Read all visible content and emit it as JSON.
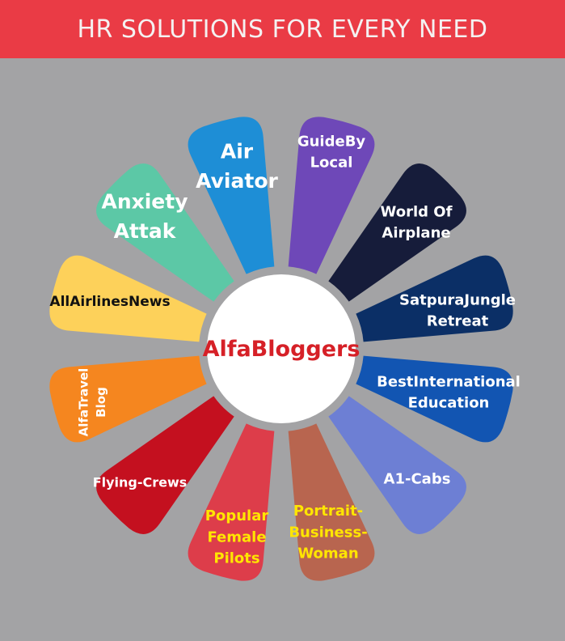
{
  "banner": {
    "title": "HR SOLUTIONS FOR EVERY NEED",
    "color": "#ea3b45"
  },
  "background_color": "#a3a3a5",
  "center": {
    "label": "AlfaBloggers",
    "color": "#d62027"
  },
  "segments": [
    {
      "name": "air-aviator",
      "lines": [
        "Air",
        "Aviator"
      ],
      "color": "#1e8ed6",
      "text_color": "#ffffff"
    },
    {
      "name": "guideby-local",
      "lines": [
        "GuideBy",
        "Local"
      ],
      "color": "#6e48b8",
      "text_color": "#ffffff"
    },
    {
      "name": "world-of-airplane",
      "lines": [
        "World Of",
        "Airplane"
      ],
      "color": "#161c3a",
      "text_color": "#ffffff"
    },
    {
      "name": "satpurajungle-retreat",
      "lines": [
        "SatpuraJungle",
        "Retreat"
      ],
      "color": "#0b2f66",
      "text_color": "#ffffff"
    },
    {
      "name": "bestinternational-education",
      "lines": [
        "BestInternational",
        "Education"
      ],
      "color": "#1255b2",
      "text_color": "#ffffff"
    },
    {
      "name": "a1-cabs",
      "lines": [
        "A1-Cabs"
      ],
      "color": "#6d7fd4",
      "text_color": "#ffffff"
    },
    {
      "name": "portrait-business-woman",
      "lines": [
        "Portrait-",
        "Business-",
        "Woman"
      ],
      "color": "#b8654f",
      "text_color": "#ffe600"
    },
    {
      "name": "popular-female-pilots",
      "lines": [
        "Popular",
        "Female",
        "Pilots"
      ],
      "color": "#dd3d4a",
      "text_color": "#ffe600"
    },
    {
      "name": "flying-crews",
      "lines": [
        "Flying-Crews"
      ],
      "color": "#c4101f",
      "text_color": "#ffffff"
    },
    {
      "name": "alfatravel-blog",
      "lines": [
        "AlfaTravel",
        "Blog"
      ],
      "color": "#f5861f",
      "text_color": "#ffffff"
    },
    {
      "name": "allairlinesnews",
      "lines": [
        "AllAirlinesNews"
      ],
      "color": "#fdd15a",
      "text_color": "#111111"
    },
    {
      "name": "anxiety-attak",
      "lines": [
        "Anxiety",
        "Attak"
      ],
      "color": "#5cc8a6",
      "text_color": "#ffffff"
    }
  ]
}
